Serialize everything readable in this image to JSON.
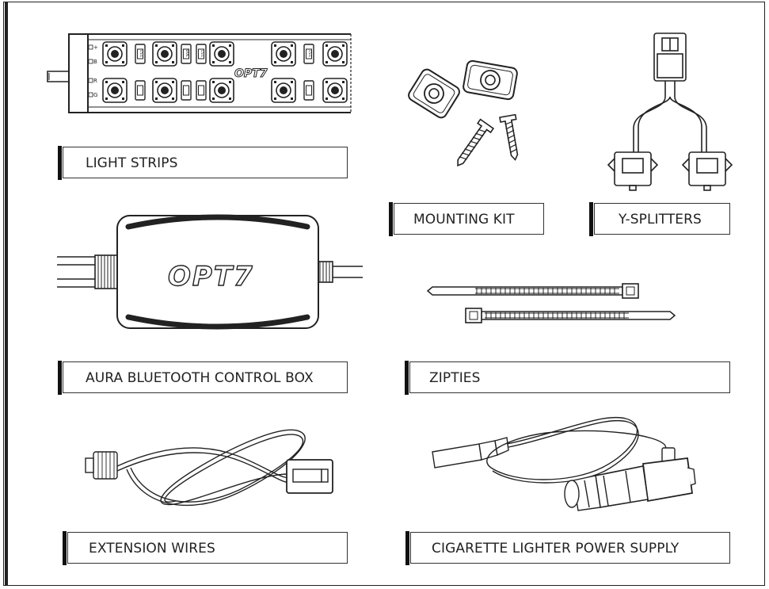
{
  "items": {
    "light_strips": {
      "label": "LIGHT STRIPS",
      "brand": "OPT7",
      "pin_labels": [
        "+",
        "B",
        "R",
        "G"
      ],
      "chip_marks": [
        "151",
        "300"
      ]
    },
    "mounting_kit": {
      "label": "MOUNTING KIT"
    },
    "y_splitters": {
      "label": "Y-SPLITTERS"
    },
    "control_box": {
      "label": "AURA BLUETOOTH CONTROL BOX",
      "brand": "OPT7"
    },
    "zipties": {
      "label": "ZIPTIES"
    },
    "extension_wires": {
      "label": "EXTENSION WIRES"
    },
    "cig_lighter": {
      "label": "CIGARETTE LIGHTER POWER SUPPLY"
    }
  }
}
